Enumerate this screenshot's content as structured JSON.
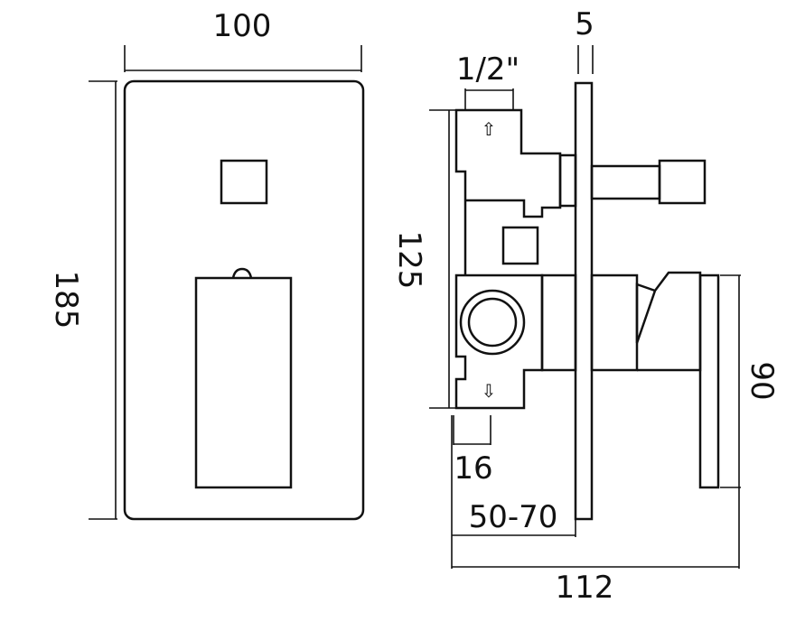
{
  "front_view": {
    "width_label": "100",
    "height_label": "185"
  },
  "side_view": {
    "plate_thickness_label": "5",
    "thread_label": "1/2\"",
    "body_height_label": "125",
    "offset_label": "16",
    "depth_range_label": "50-70",
    "overall_depth_label": "112",
    "handle_height_label": "90",
    "arrow_up": "⇧",
    "arrow_down": "⇩"
  }
}
